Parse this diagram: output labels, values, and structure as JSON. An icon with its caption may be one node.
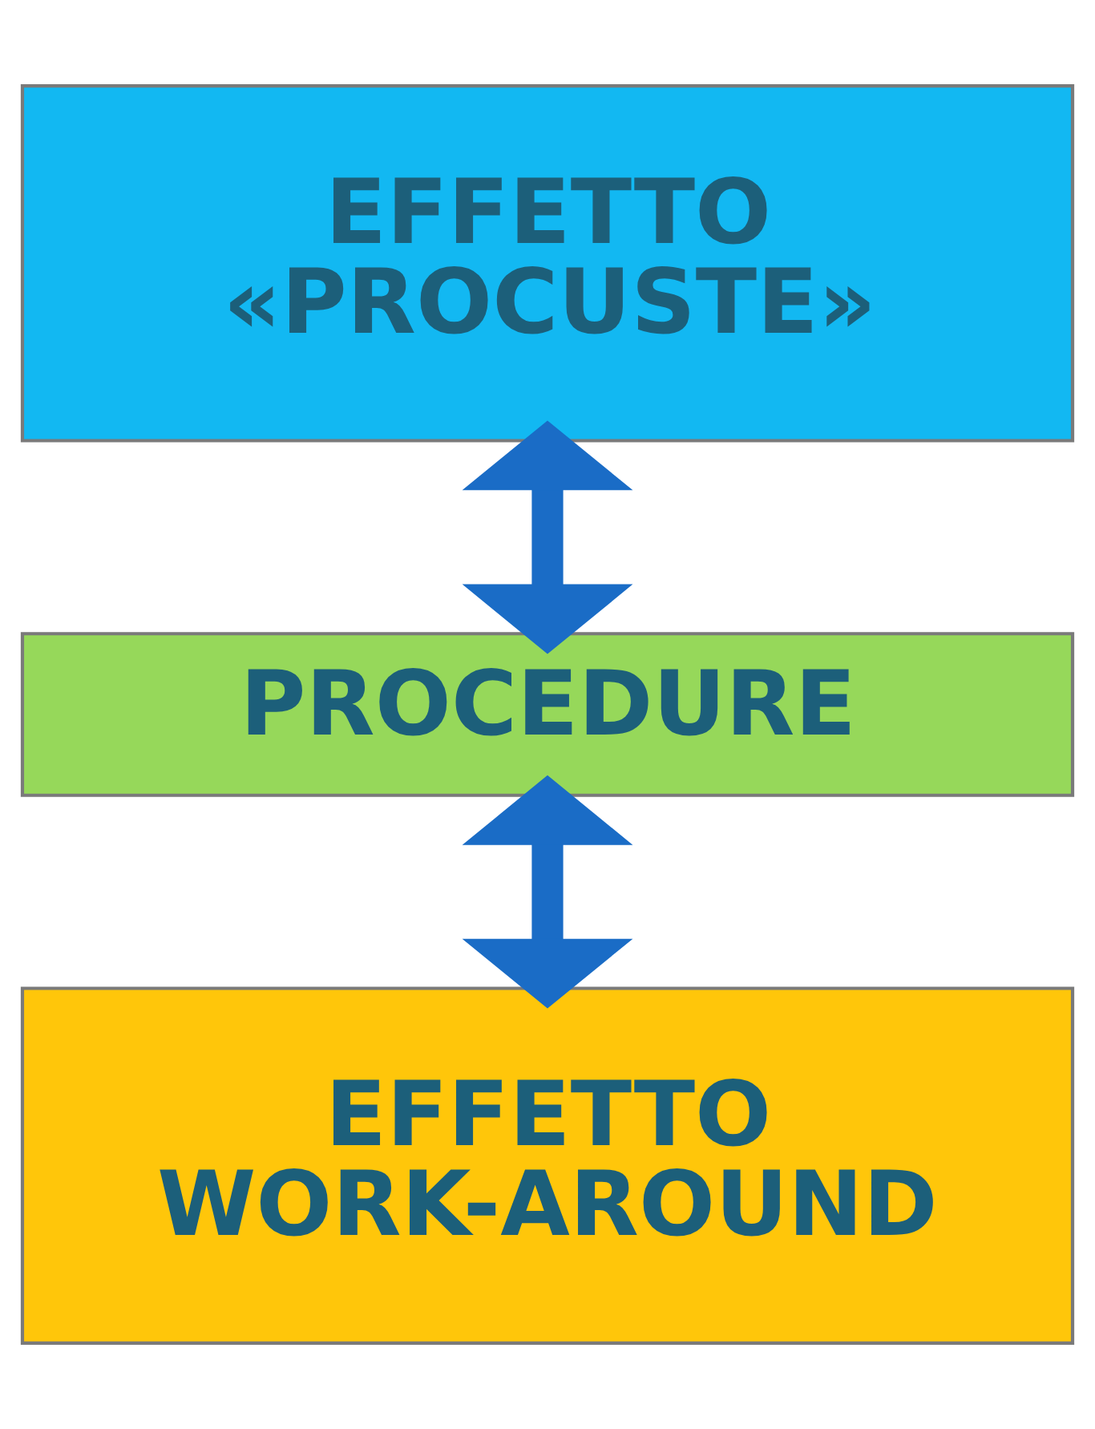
{
  "diagram": {
    "nodes": [
      {
        "text": [
          "EFFETTO «PROCUSTE»"
        ]
      },
      {
        "text": [
          "PROCEDURE"
        ]
      },
      {
        "text": [
          "EFFETTO WORK-AROUND"
        ]
      }
    ],
    "edges": [
      {
        "from": 0,
        "to": 1,
        "arrow": "both"
      },
      {
        "from": 1,
        "to": 2,
        "arrow": "both"
      }
    ]
  }
}
